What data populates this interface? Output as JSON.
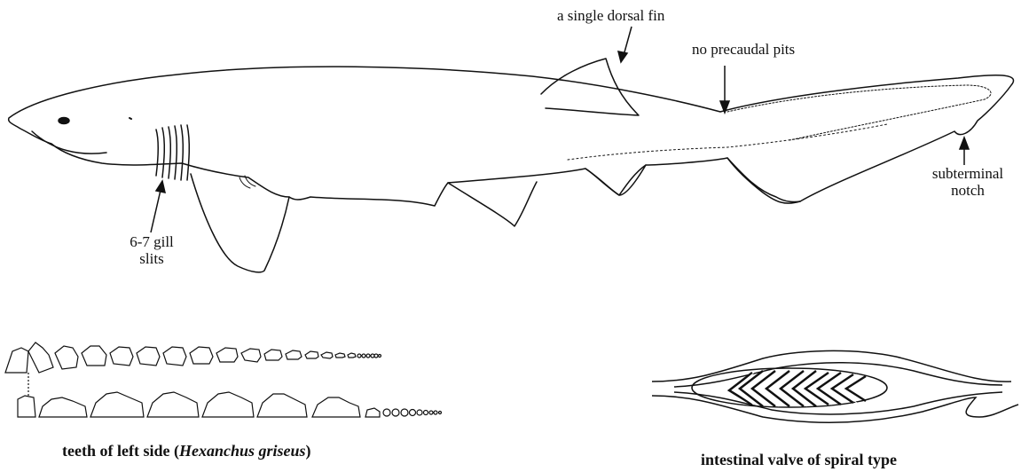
{
  "labels": {
    "dorsal_fin": "a single dorsal fin",
    "precaudal": "no precaudal pits",
    "subterminal_1": "subterminal",
    "subterminal_2": "notch",
    "gill_1": "6-7 gill",
    "gill_2": "slits"
  },
  "captions": {
    "teeth_prefix": "teeth of left side (",
    "teeth_species": "Hexanchus griseus",
    "teeth_suffix": ")",
    "valve": "intestinal valve of spiral type"
  }
}
